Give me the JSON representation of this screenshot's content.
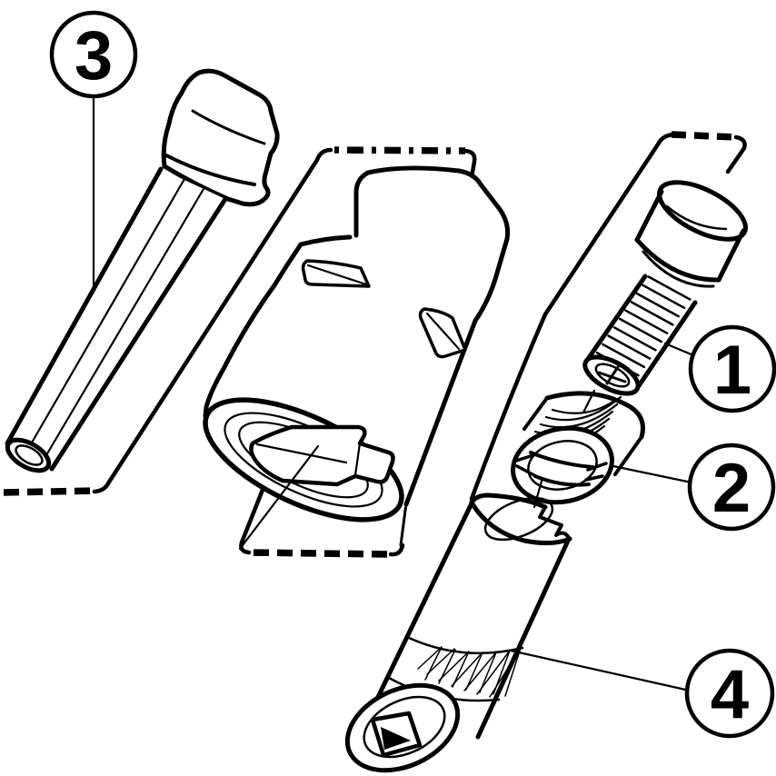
{
  "diagram": {
    "background_color": "#ffffff",
    "line_color": "#000000",
    "callouts": [
      {
        "id": "callout-1",
        "label": "1"
      },
      {
        "id": "callout-2",
        "label": "2"
      },
      {
        "id": "callout-3",
        "label": "3"
      },
      {
        "id": "callout-4",
        "label": "4"
      }
    ]
  }
}
